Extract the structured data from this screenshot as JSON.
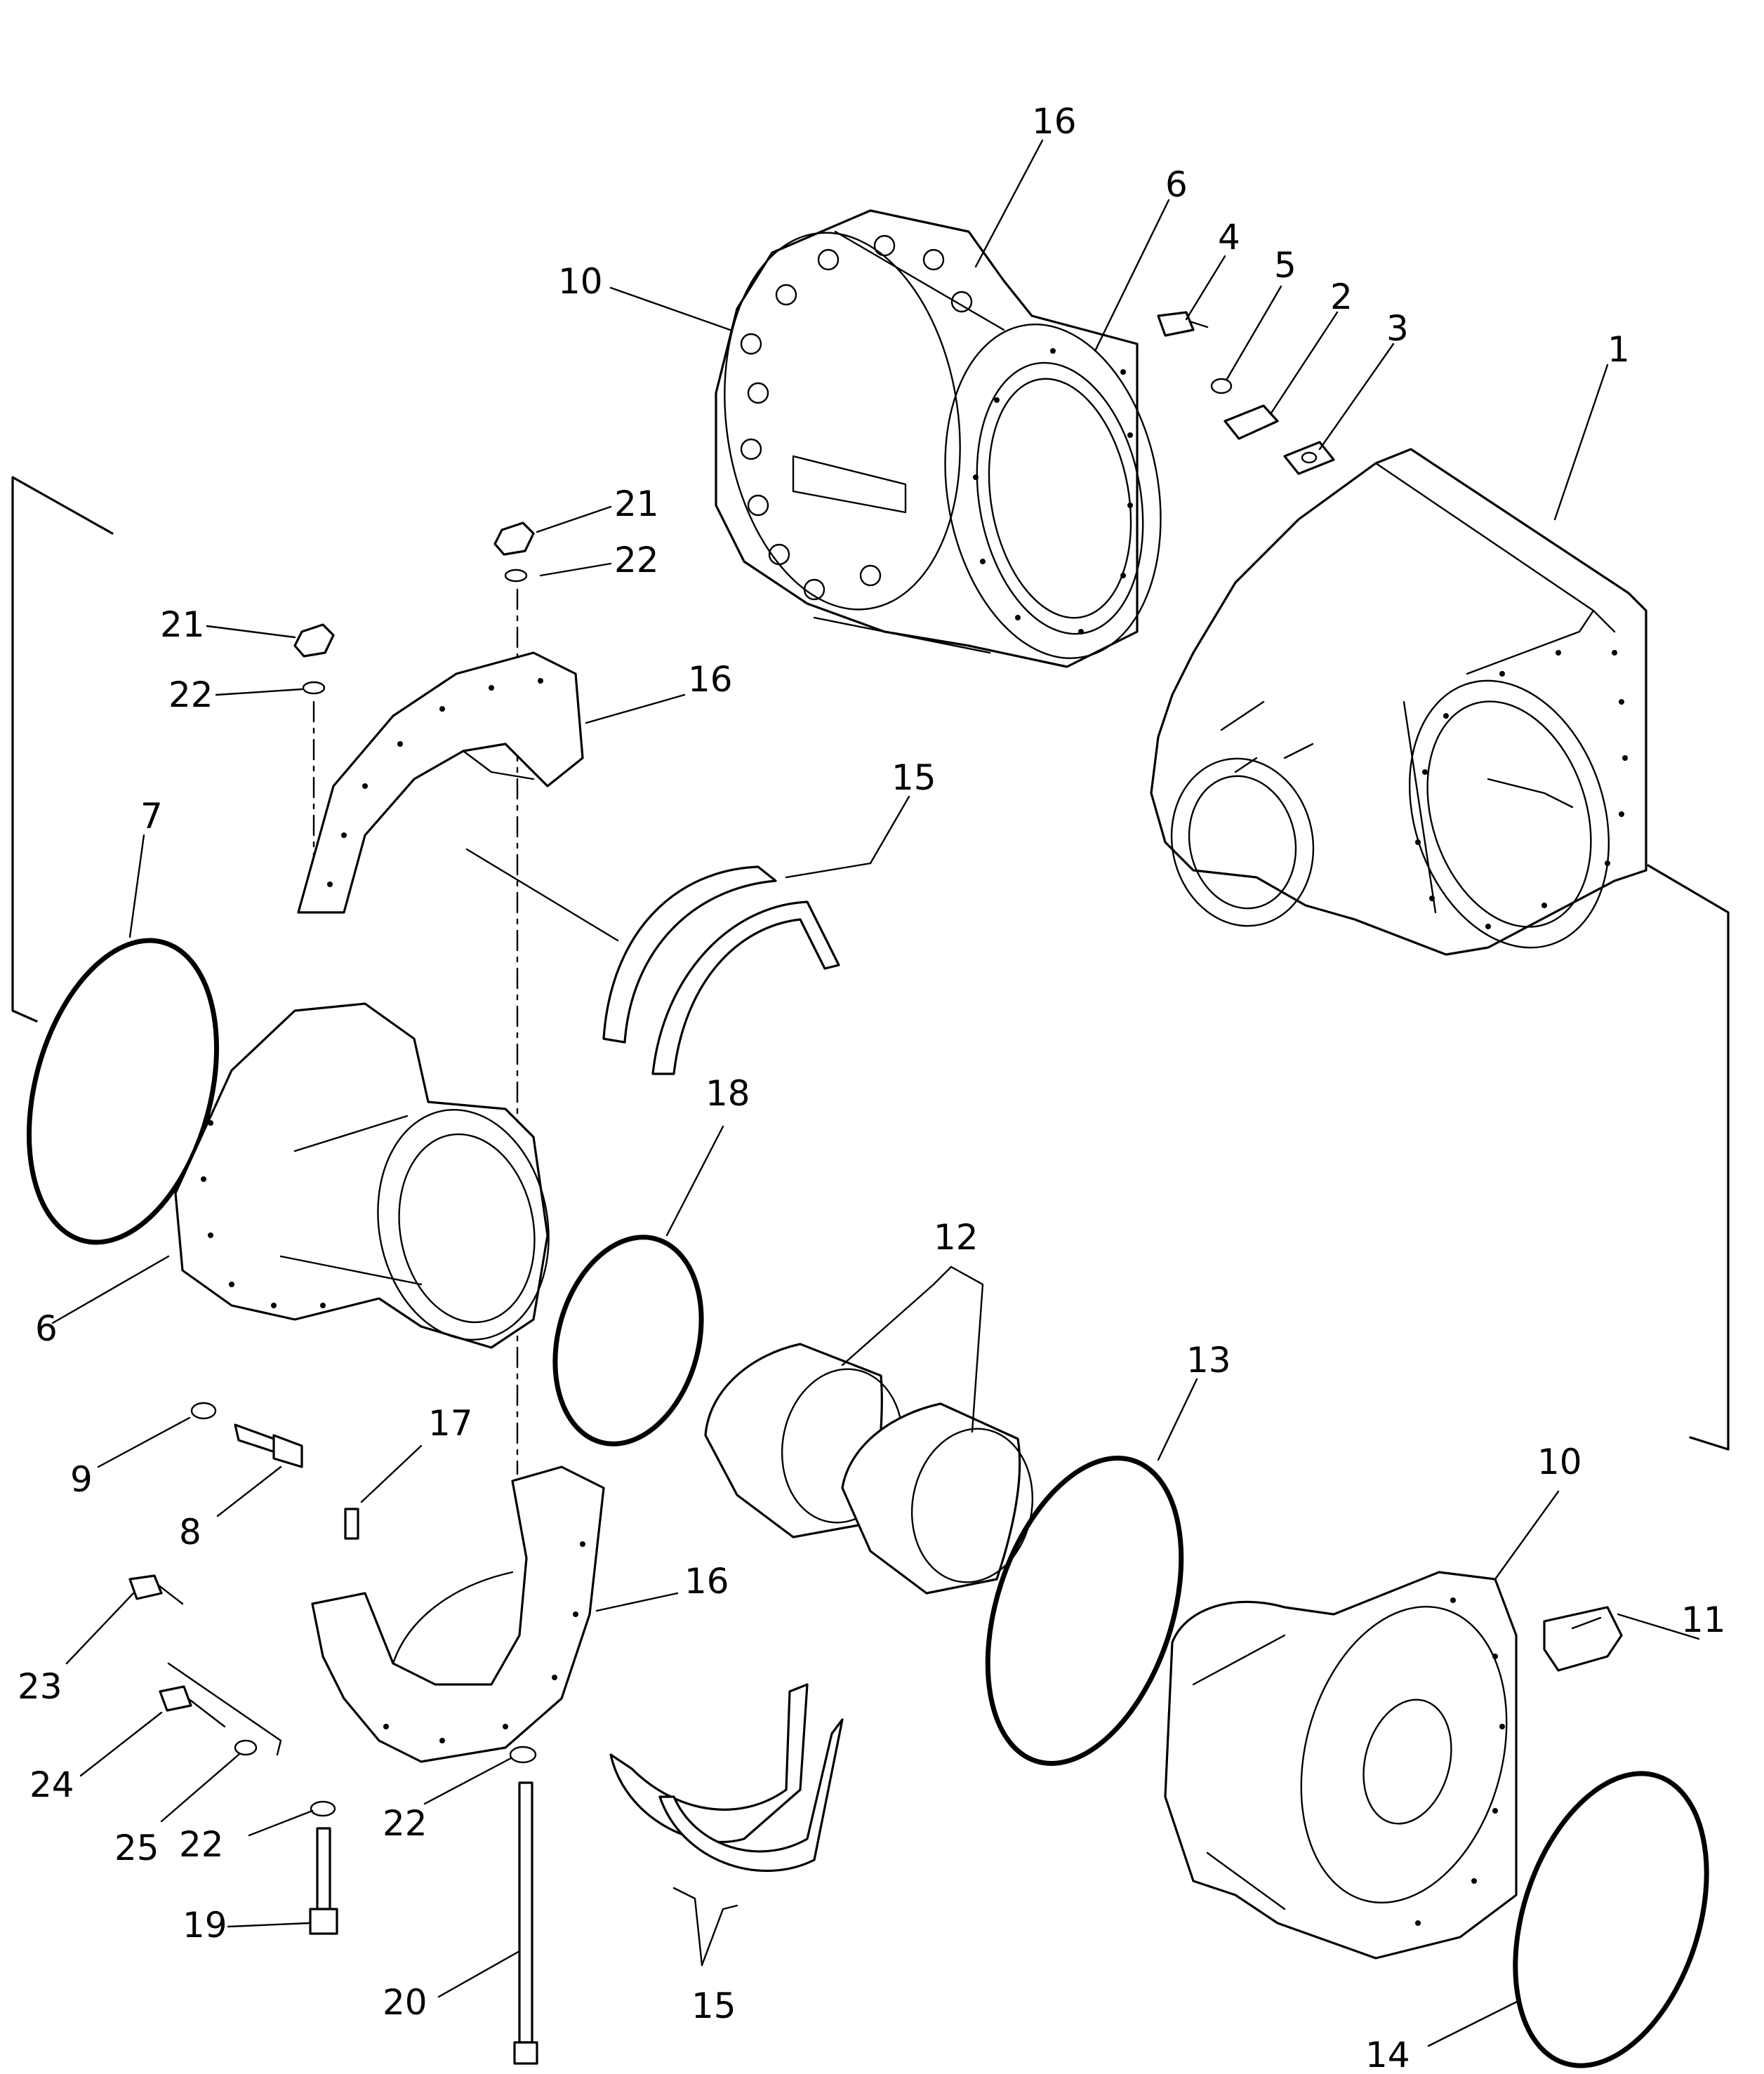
{
  "diagram": {
    "type": "exploded-parts-diagram",
    "part_numbers": [
      "1",
      "2",
      "3",
      "4",
      "5",
      "6",
      "7",
      "8",
      "9",
      "10",
      "11",
      "12",
      "13",
      "14",
      "15",
      "16",
      "17",
      "18",
      "19",
      "20",
      "21",
      "22",
      "23",
      "24",
      "25"
    ],
    "callouts": [
      {
        "id": "c16a",
        "text": "16"
      },
      {
        "id": "c6a",
        "text": "6"
      },
      {
        "id": "c4",
        "text": "4"
      },
      {
        "id": "c5",
        "text": "5"
      },
      {
        "id": "c2",
        "text": "2"
      },
      {
        "id": "c3",
        "text": "3"
      },
      {
        "id": "c1",
        "text": "1"
      },
      {
        "id": "c10a",
        "text": "10"
      },
      {
        "id": "c21a",
        "text": "21"
      },
      {
        "id": "c22a",
        "text": "22"
      },
      {
        "id": "c21b",
        "text": "21"
      },
      {
        "id": "c22b",
        "text": "22"
      },
      {
        "id": "c16b",
        "text": "16"
      },
      {
        "id": "c15a",
        "text": "15"
      },
      {
        "id": "c7",
        "text": "7"
      },
      {
        "id": "c18",
        "text": "18"
      },
      {
        "id": "c12",
        "text": "12"
      },
      {
        "id": "c6b",
        "text": "6"
      },
      {
        "id": "c13",
        "text": "13"
      },
      {
        "id": "c9",
        "text": "9"
      },
      {
        "id": "c8",
        "text": "8"
      },
      {
        "id": "c17",
        "text": "17"
      },
      {
        "id": "c10b",
        "text": "10"
      },
      {
        "id": "c16c",
        "text": "16"
      },
      {
        "id": "c11",
        "text": "11"
      },
      {
        "id": "c23",
        "text": "23"
      },
      {
        "id": "c24",
        "text": "24"
      },
      {
        "id": "c25",
        "text": "25"
      },
      {
        "id": "c22c",
        "text": "22"
      },
      {
        "id": "c22d",
        "text": "22"
      },
      {
        "id": "c19",
        "text": "19"
      },
      {
        "id": "c20",
        "text": "20"
      },
      {
        "id": "c15b",
        "text": "15"
      },
      {
        "id": "c14",
        "text": "14"
      }
    ]
  }
}
